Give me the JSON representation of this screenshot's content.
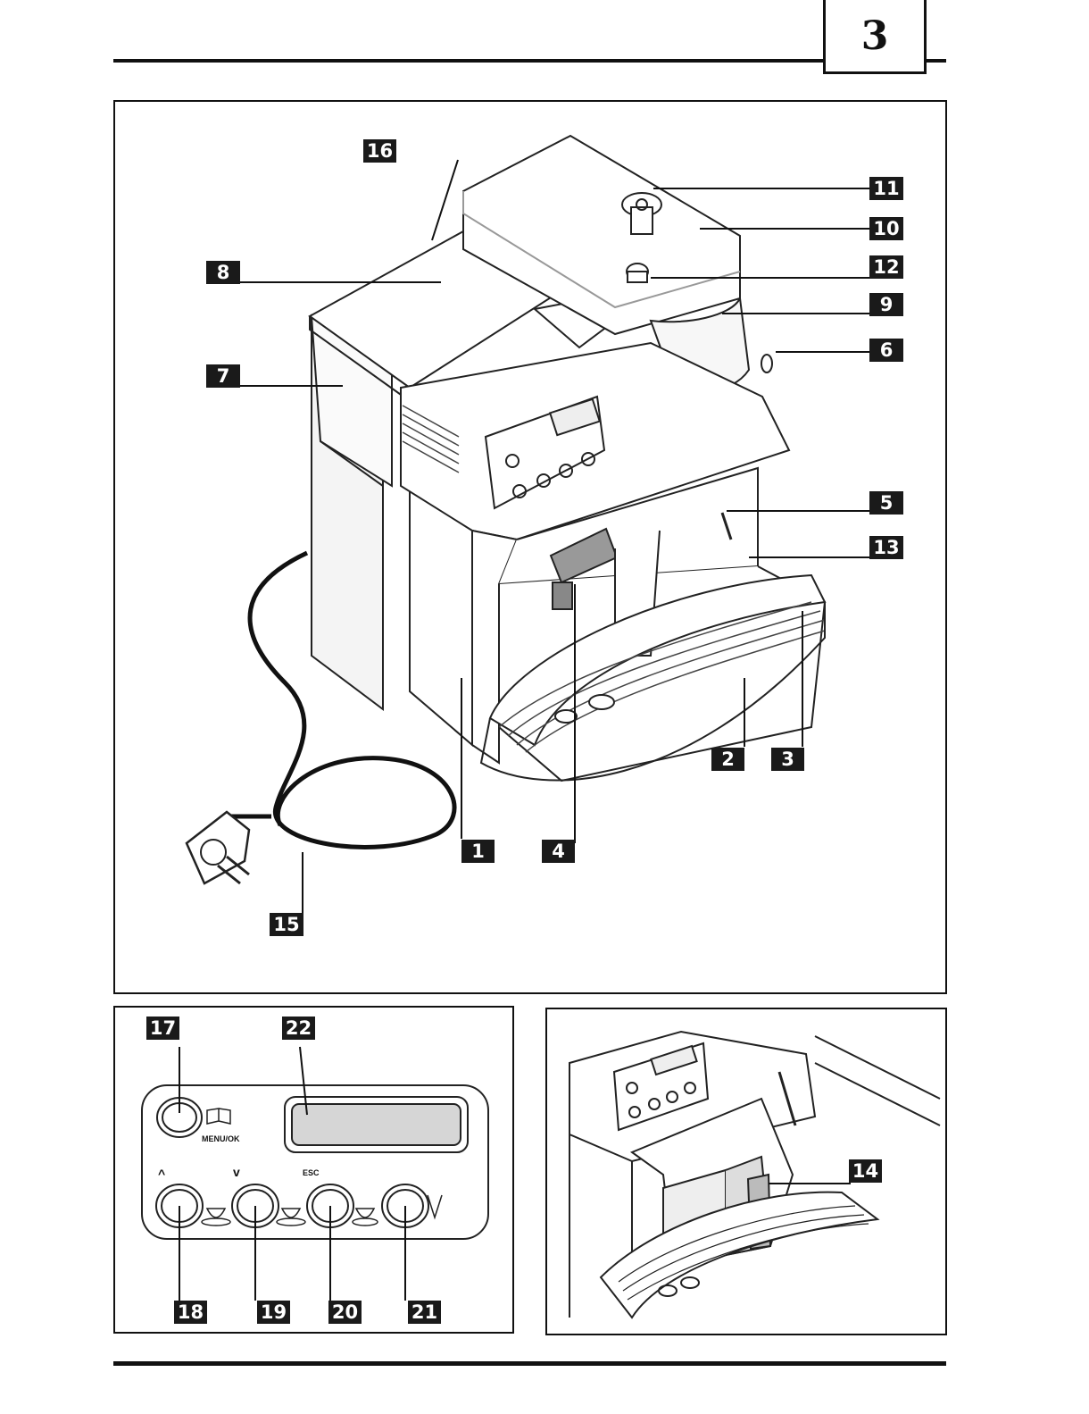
{
  "page_number": "3",
  "callouts_main": [
    "1",
    "2",
    "3",
    "4",
    "5",
    "6",
    "7",
    "8",
    "9",
    "10",
    "11",
    "12",
    "13",
    "15",
    "16"
  ],
  "panel_controls": {
    "menu_label": "MENU/OK",
    "esc_label": "ESC",
    "up_symbol": "^",
    "down_symbol": "v",
    "callouts": [
      "17",
      "22",
      "18",
      "19",
      "20",
      "21"
    ]
  },
  "panel_detail": {
    "callouts": [
      "14"
    ]
  }
}
